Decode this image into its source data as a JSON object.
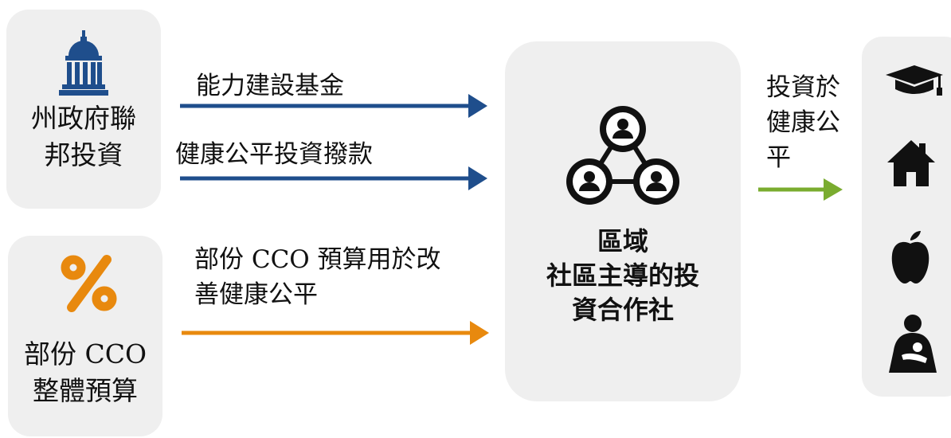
{
  "sources": {
    "federal": {
      "label": "州政府聯\n邦投資",
      "icon": "capitol-building-icon"
    },
    "cco": {
      "label": "部份 CCO\n整體預算",
      "icon": "percent-icon"
    }
  },
  "flows": [
    {
      "text": "能力建設基金",
      "color": "#1f4e8c"
    },
    {
      "text": "健康公平投資撥款",
      "color": "#1f4e8c"
    },
    {
      "text": "部份 CCO 預算用於改\n善健康公平",
      "color": "#e8890e"
    },
    {
      "text": "投資於\n健康公\n平",
      "color": "#7aac2f"
    }
  ],
  "center": {
    "label": "區域\n社區主導的投\n資合作社",
    "icon": "community-network-icon"
  },
  "outcomes": [
    {
      "icon": "graduation-cap-icon"
    },
    {
      "icon": "home-icon"
    },
    {
      "icon": "apple-icon"
    },
    {
      "icon": "parent-child-icon"
    }
  ],
  "colors": {
    "box_bg": "#efefef",
    "federal_blue": "#1f4e8c",
    "cco_orange": "#e8890e",
    "equity_green": "#7aac2f"
  }
}
